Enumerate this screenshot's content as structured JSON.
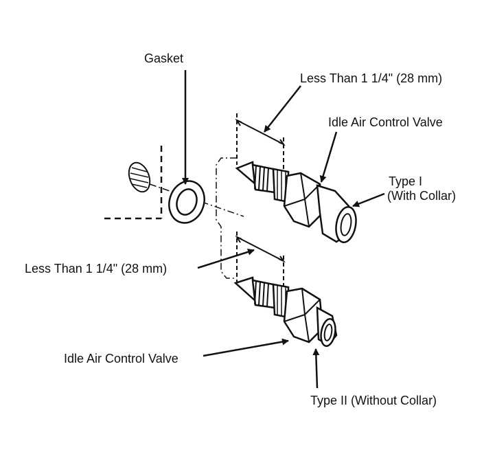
{
  "labels": {
    "gasket": "Gasket",
    "less_than_top": "Less Than 1 1/4\" (28 mm)",
    "iacv_top": "Idle Air Control Valve",
    "type1_line1": "Type I",
    "type1_line2": "(With Collar)",
    "less_than_mid": "Less Than 1 1/4\" (28 mm)",
    "iacv_bottom": "Idle Air Control Valve",
    "type2": "Type II (Without Collar)"
  },
  "colors": {
    "ink": "#111111",
    "background": "#ffffff"
  }
}
